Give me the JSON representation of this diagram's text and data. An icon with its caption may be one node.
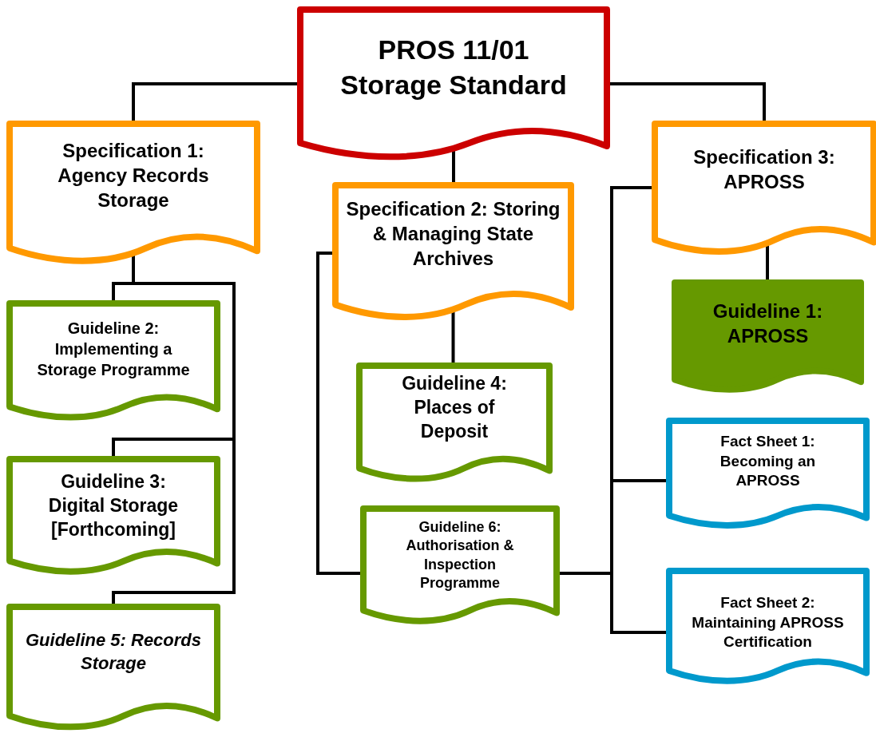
{
  "diagram": {
    "nodes": [
      {
        "text": [
          "PROS 11/01 Storage Standard"
        ]
      },
      {
        "text": [
          "Specification 1: Agency Records Storage"
        ]
      },
      {
        "text": [
          "Specification 2: Storing & Managing State Archives"
        ]
      },
      {
        "text": [
          "Specification 3: APROSS"
        ]
      },
      {
        "text": [
          "Guideline 2: Implementing a Storage Programme"
        ]
      },
      {
        "text": [
          "Guideline 3: Digital Storage [Forthcoming]"
        ]
      },
      {
        "text": [
          "Guideline 5: Records Storage"
        ]
      },
      {
        "text": [
          "Guideline 4: Places of Deposit"
        ]
      },
      {
        "text": [
          "Guideline 6: Authorisation & Inspection Programme"
        ]
      },
      {
        "text": [
          "Guideline 1: APROSS"
        ]
      },
      {
        "text": [
          "Fact Sheet 1: Becoming an APROSS"
        ]
      },
      {
        "text": [
          "Fact Sheet 2: Maintaining APROSS Certification"
        ]
      }
    ],
    "edges": [
      {
        "from": 0,
        "to": 1,
        "arrow": "none"
      },
      {
        "from": 0,
        "to": 2,
        "arrow": "none"
      },
      {
        "from": 0,
        "to": 3,
        "arrow": "none"
      },
      {
        "from": 1,
        "to": 4,
        "arrow": "none"
      },
      {
        "from": 1,
        "to": 5,
        "arrow": "none"
      },
      {
        "from": 1,
        "to": 6,
        "arrow": "none"
      },
      {
        "from": 2,
        "to": 7,
        "arrow": "none"
      },
      {
        "from": 2,
        "to": 8,
        "arrow": "none"
      },
      {
        "from": 3,
        "to": 9,
        "arrow": "none"
      },
      {
        "from": 3,
        "to": 8,
        "arrow": "none"
      },
      {
        "from": 3,
        "to": 10,
        "arrow": "none"
      },
      {
        "from": 3,
        "to": 11,
        "arrow": "none"
      }
    ]
  }
}
